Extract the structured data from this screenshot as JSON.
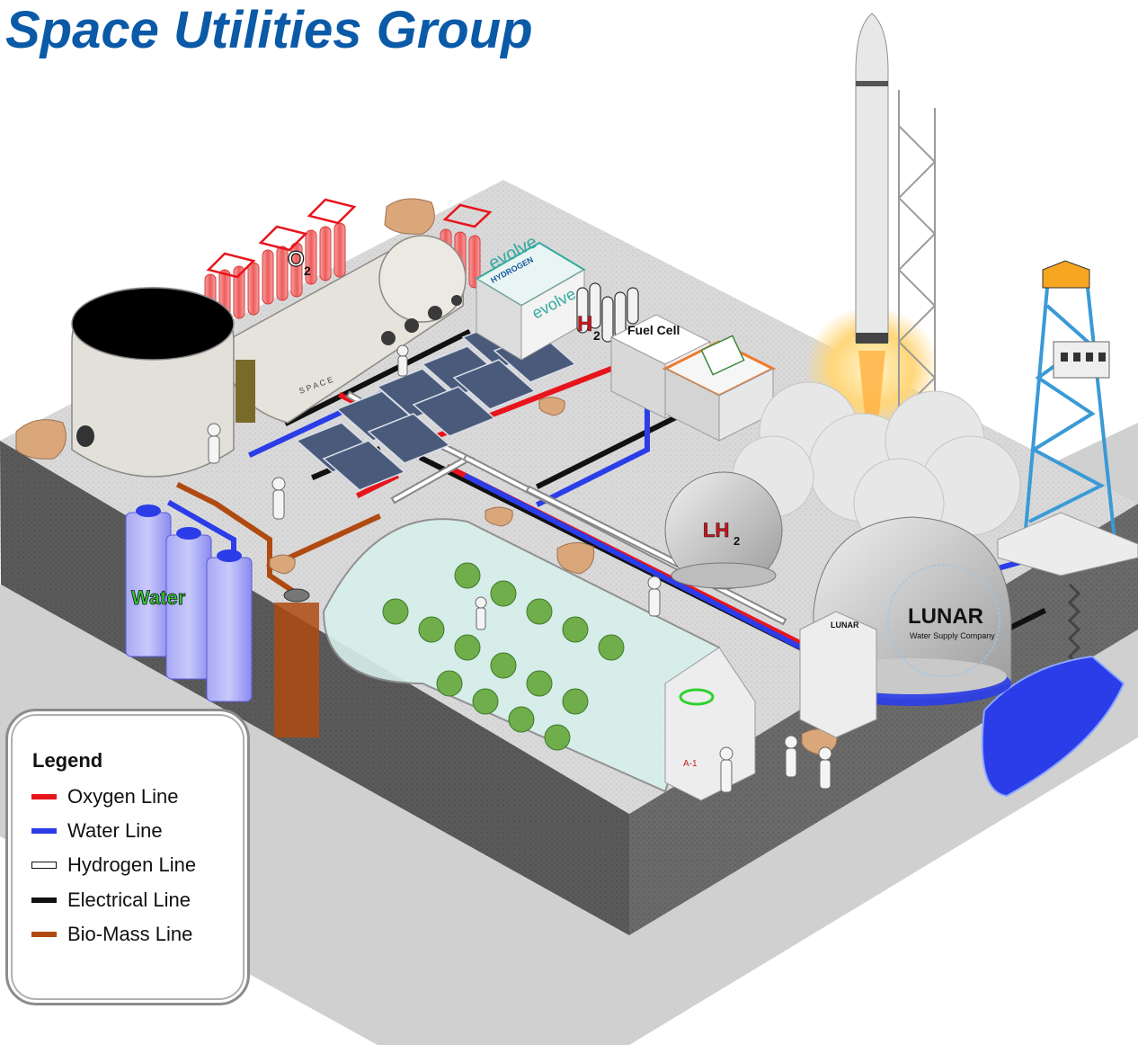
{
  "title": "Space Utilities Group",
  "labels": {
    "o2": "O",
    "o2_sub": "2",
    "h2": "H",
    "h2_sub": "2",
    "lh2": "LH",
    "lh2_sub": "2",
    "fuel_cell": "Fuel Cell",
    "water": "Water",
    "evolve_top": "evolve",
    "evolve_sub": "HYDROGEN",
    "evolve_side": "evolve",
    "space": "S P A C E",
    "lunar": "LUNAR",
    "lunar_sub": "Water Supply Company",
    "lunar_small": "LUNAR",
    "greenhouse_id": "A-1"
  },
  "legend": {
    "title": "Legend",
    "items": [
      {
        "label": "Oxygen Line",
        "color": "#e8141c",
        "style": "solid"
      },
      {
        "label": "Water Line",
        "color": "#2b3de8",
        "style": "solid"
      },
      {
        "label": "Hydrogen Line",
        "color": "#ffffff",
        "style": "outline"
      },
      {
        "label": "Electrical Line",
        "color": "#111111",
        "style": "solid"
      },
      {
        "label": "Bio-Mass Line",
        "color": "#b04a10",
        "style": "solid"
      }
    ]
  },
  "colors": {
    "title": "#0a5aa8",
    "oxygen": "#e8141c",
    "water": "#2b3de8",
    "hydrogen": "#ffffff",
    "electrical": "#111111",
    "biomass": "#b04a10",
    "water_label": "#2fd12f"
  }
}
